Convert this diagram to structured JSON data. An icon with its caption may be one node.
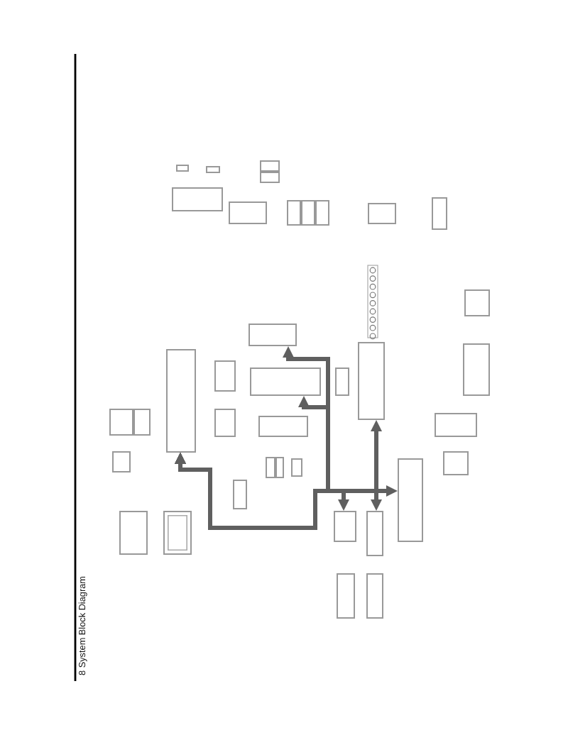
{
  "diagram": {
    "title": "8 System Block Diagram",
    "nodes": [
      {
        "text": [],
        "shape": "box"
      },
      {
        "text": [],
        "shape": "box"
      },
      {
        "text": [],
        "shape": "box"
      },
      {
        "text": [],
        "shape": "box"
      },
      {
        "text": [],
        "shape": "box"
      },
      {
        "text": [],
        "shape": "box"
      },
      {
        "text": [],
        "shape": "box"
      },
      {
        "text": [],
        "shape": "box"
      },
      {
        "text": [],
        "shape": "box"
      },
      {
        "text": [],
        "shape": "box"
      },
      {
        "text": [],
        "shape": "box"
      },
      {
        "text": [],
        "shape": "box"
      },
      {
        "text": [],
        "shape": "box"
      },
      {
        "text": [],
        "shape": "box"
      },
      {
        "text": [],
        "shape": "box"
      },
      {
        "text": [],
        "shape": "box"
      },
      {
        "text": [],
        "shape": "box"
      },
      {
        "text": [],
        "shape": "box"
      },
      {
        "text": [],
        "shape": "box"
      },
      {
        "text": [],
        "shape": "box"
      },
      {
        "text": [],
        "shape": "box"
      },
      {
        "text": [],
        "shape": "box"
      },
      {
        "text": [],
        "shape": "box"
      },
      {
        "text": [],
        "shape": "box"
      },
      {
        "text": [],
        "shape": "box"
      },
      {
        "text": [],
        "shape": "box"
      },
      {
        "text": [],
        "shape": "box"
      },
      {
        "text": [],
        "shape": "box"
      },
      {
        "text": [],
        "shape": "box"
      },
      {
        "text": [],
        "shape": "box"
      },
      {
        "text": [],
        "shape": "box"
      },
      {
        "text": [],
        "shape": "box"
      },
      {
        "text": [],
        "shape": "box"
      },
      {
        "text": [],
        "shape": "box"
      },
      {
        "text": [],
        "shape": "box"
      },
      {
        "text": [],
        "shape": "box"
      },
      {
        "text": [],
        "shape": "box"
      }
    ],
    "edges": [
      {
        "from": 15,
        "to": 12,
        "arrow": "both"
      },
      {
        "from": 15,
        "to": 17,
        "arrow": "both"
      },
      {
        "from": 15,
        "to": 14,
        "arrow": "both"
      },
      {
        "from": 15,
        "to": 29,
        "arrow": "both"
      },
      {
        "from": 15,
        "to": 31,
        "arrow": "both"
      },
      {
        "from": 15,
        "to": 32,
        "arrow": "both"
      }
    ]
  }
}
